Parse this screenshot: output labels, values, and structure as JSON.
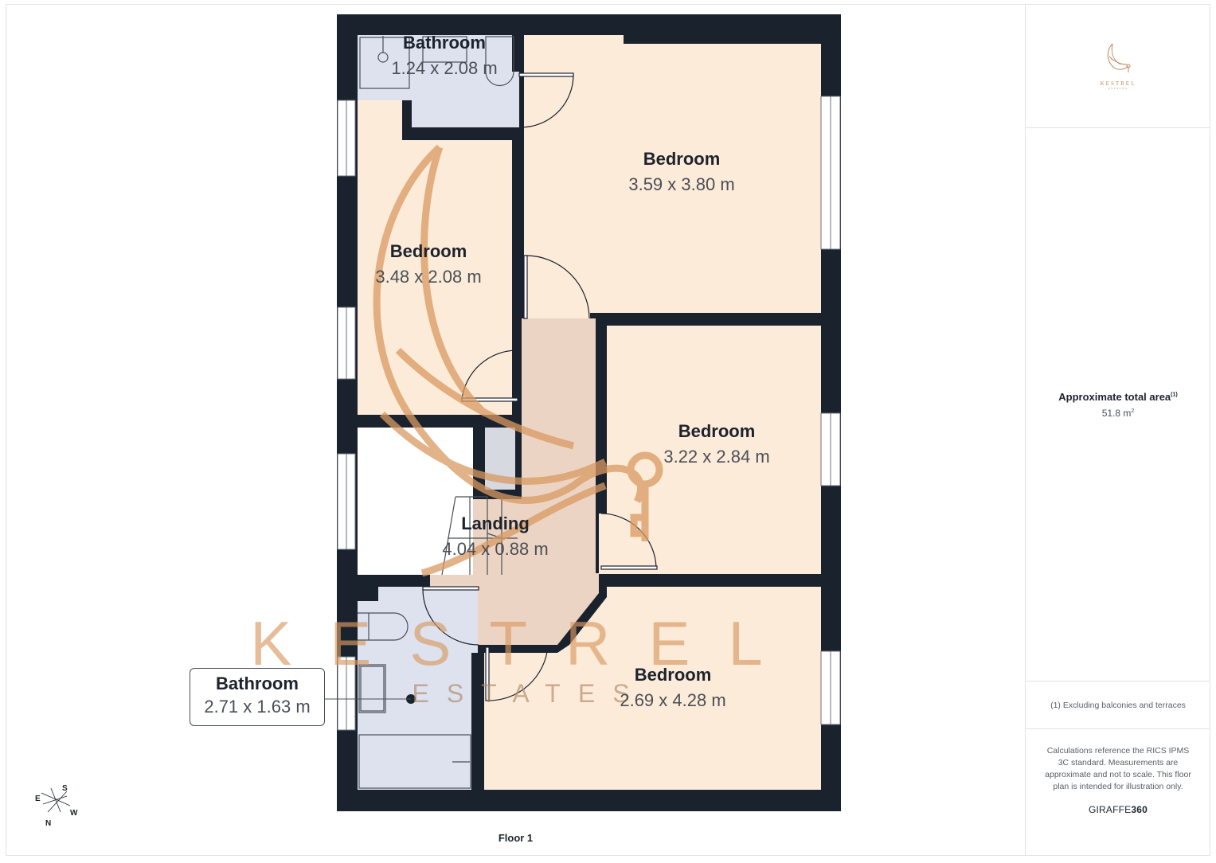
{
  "floor": {
    "label": "Floor 1",
    "rooms": [
      {
        "name": "Bathroom",
        "dims": "1.24 x 2.08 m"
      },
      {
        "name": "Bedroom",
        "dims": "3.59 x 3.80 m"
      },
      {
        "name": "Bedroom",
        "dims": "3.48 x 2.08 m"
      },
      {
        "name": "Bedroom",
        "dims": "3.22 x 2.84 m"
      },
      {
        "name": "Landing",
        "dims": "4.04 x 0.88 m"
      },
      {
        "name": "Bedroom",
        "dims": "2.69 x 4.28 m"
      }
    ],
    "callout": {
      "name": "Bathroom",
      "dims": "2.71 x 1.63 m"
    },
    "colors": {
      "wall": "#1a222e",
      "bedroom_fill": "#fdebd9",
      "bathroom_fill": "#dde2ee",
      "landing_fill": "#ecd4c4",
      "watermark": "#d99a62"
    }
  },
  "watermark": {
    "brand": "KESTREL",
    "sub": "ESTATES"
  },
  "compass": {
    "n": "N",
    "s": "S",
    "e": "E",
    "w": "W"
  },
  "sidebar": {
    "logo": {
      "brand": "KESTREL",
      "sub": "ESTATES"
    },
    "area_title": "Approximate total area",
    "area_sup": "(1)",
    "area_value": "51.8 m",
    "area_unit_sup": "2",
    "footnote": "(1) Excluding balconies and terraces",
    "disclaimer": "Calculations reference the RICS IPMS 3C standard. Measurements are approximate and not to scale. This floor plan is intended for illustration only.",
    "brand_light": "GIRAFFE",
    "brand_bold": "360"
  }
}
